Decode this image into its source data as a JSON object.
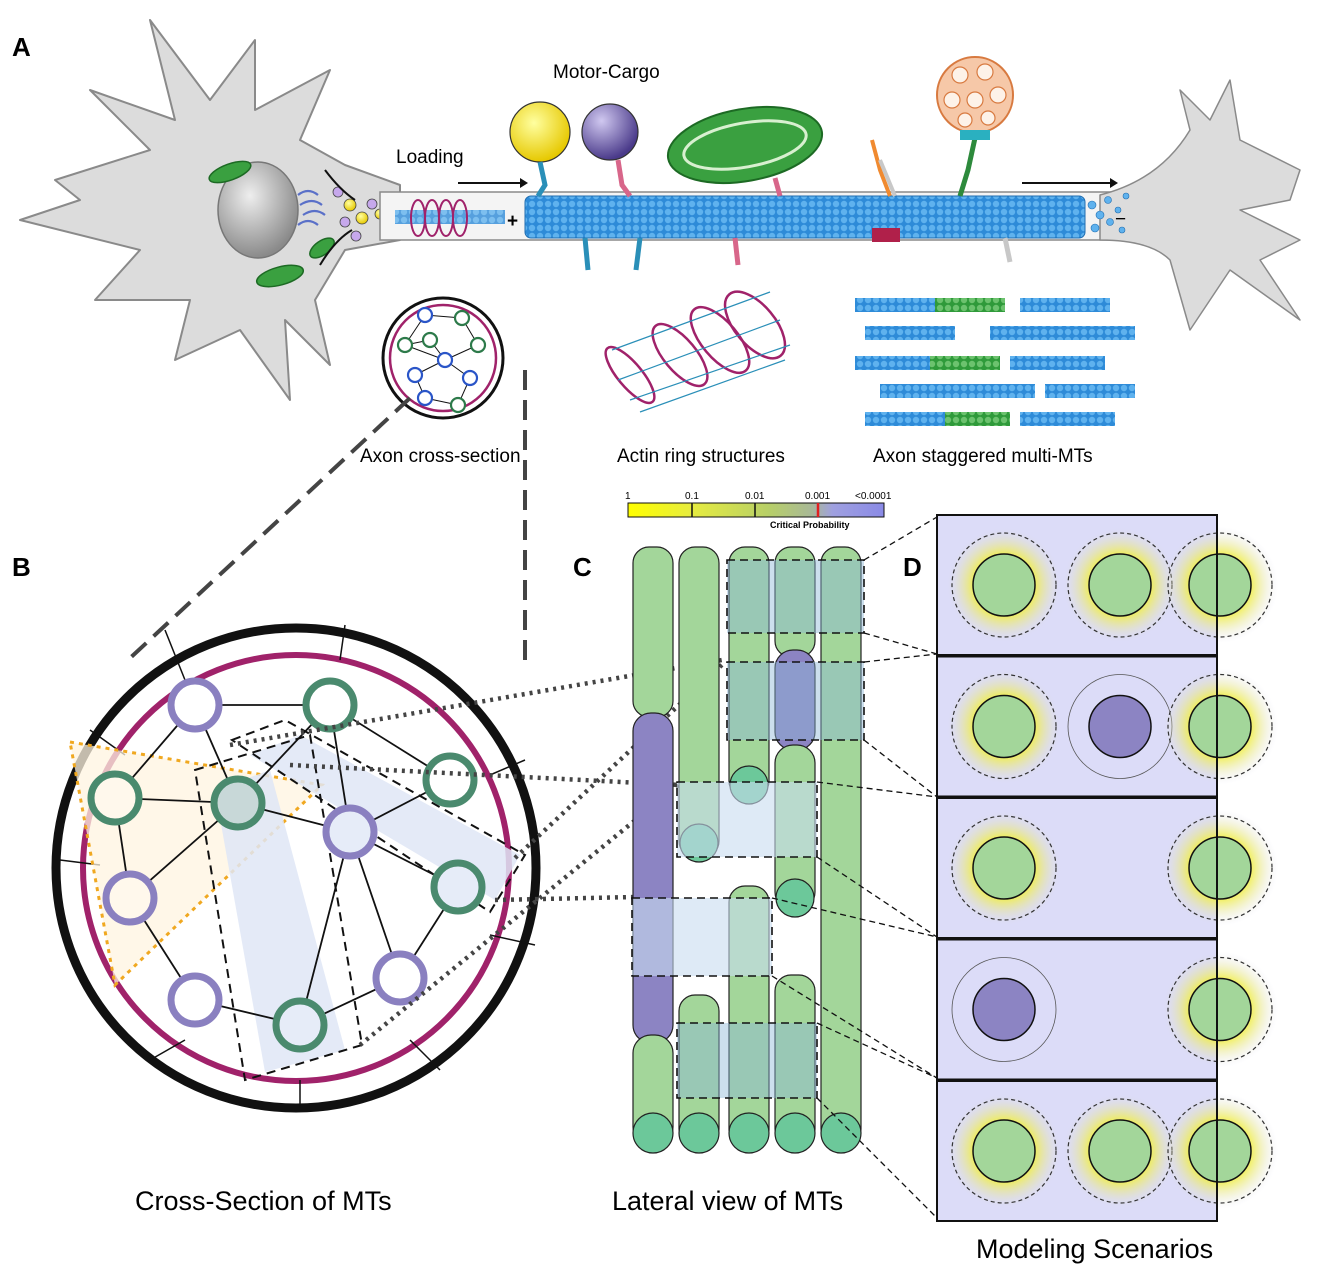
{
  "panel_letters": {
    "a": "A",
    "b": "B",
    "c": "C",
    "d": "D"
  },
  "labels": {
    "motor_cargo": "Motor-Cargo",
    "loading": "Loading",
    "plus_end": "+",
    "minus_end": "−",
    "axon_cross_section": "Axon cross-section",
    "actin_rings": "Actin ring structures",
    "staggered_mts": "Axon staggered multi-MTs",
    "cross_section_mts": "Cross-Section of MTs",
    "lateral_view_mts": "Lateral view of MTs",
    "modeling_scenarios": "Modeling Scenarios"
  },
  "colorbar": {
    "ticks": [
      "1",
      "0.1",
      "0.01",
      "0.001",
      "<0.0001"
    ],
    "title": "Critical Probability",
    "colors": [
      "#ffff00",
      "#e6ec40",
      "#b7cf68",
      "#9fa0e0",
      "#8a8ae6"
    ],
    "critical_marker_color": "#e02020"
  },
  "colors": {
    "green_mt": "#a3d69a",
    "purple_mt": "#8c84c3",
    "teal_ring": "#4a8a6e",
    "lavender_ring": "#8a80c0",
    "magenta": "#a0226a",
    "microtubule_blue": "#2e8bd8",
    "halo_yellow": "#f0ee50",
    "scenario_bg": "#dcdcf8"
  },
  "scenarios": [
    {
      "circles": [
        "green",
        "green",
        "green"
      ]
    },
    {
      "circles": [
        "green",
        "purple",
        "green"
      ]
    },
    {
      "circles": [
        "green",
        "none",
        "green"
      ]
    },
    {
      "circles": [
        "purple",
        "none",
        "green"
      ]
    },
    {
      "circles": [
        "green",
        "green",
        "green"
      ]
    }
  ]
}
